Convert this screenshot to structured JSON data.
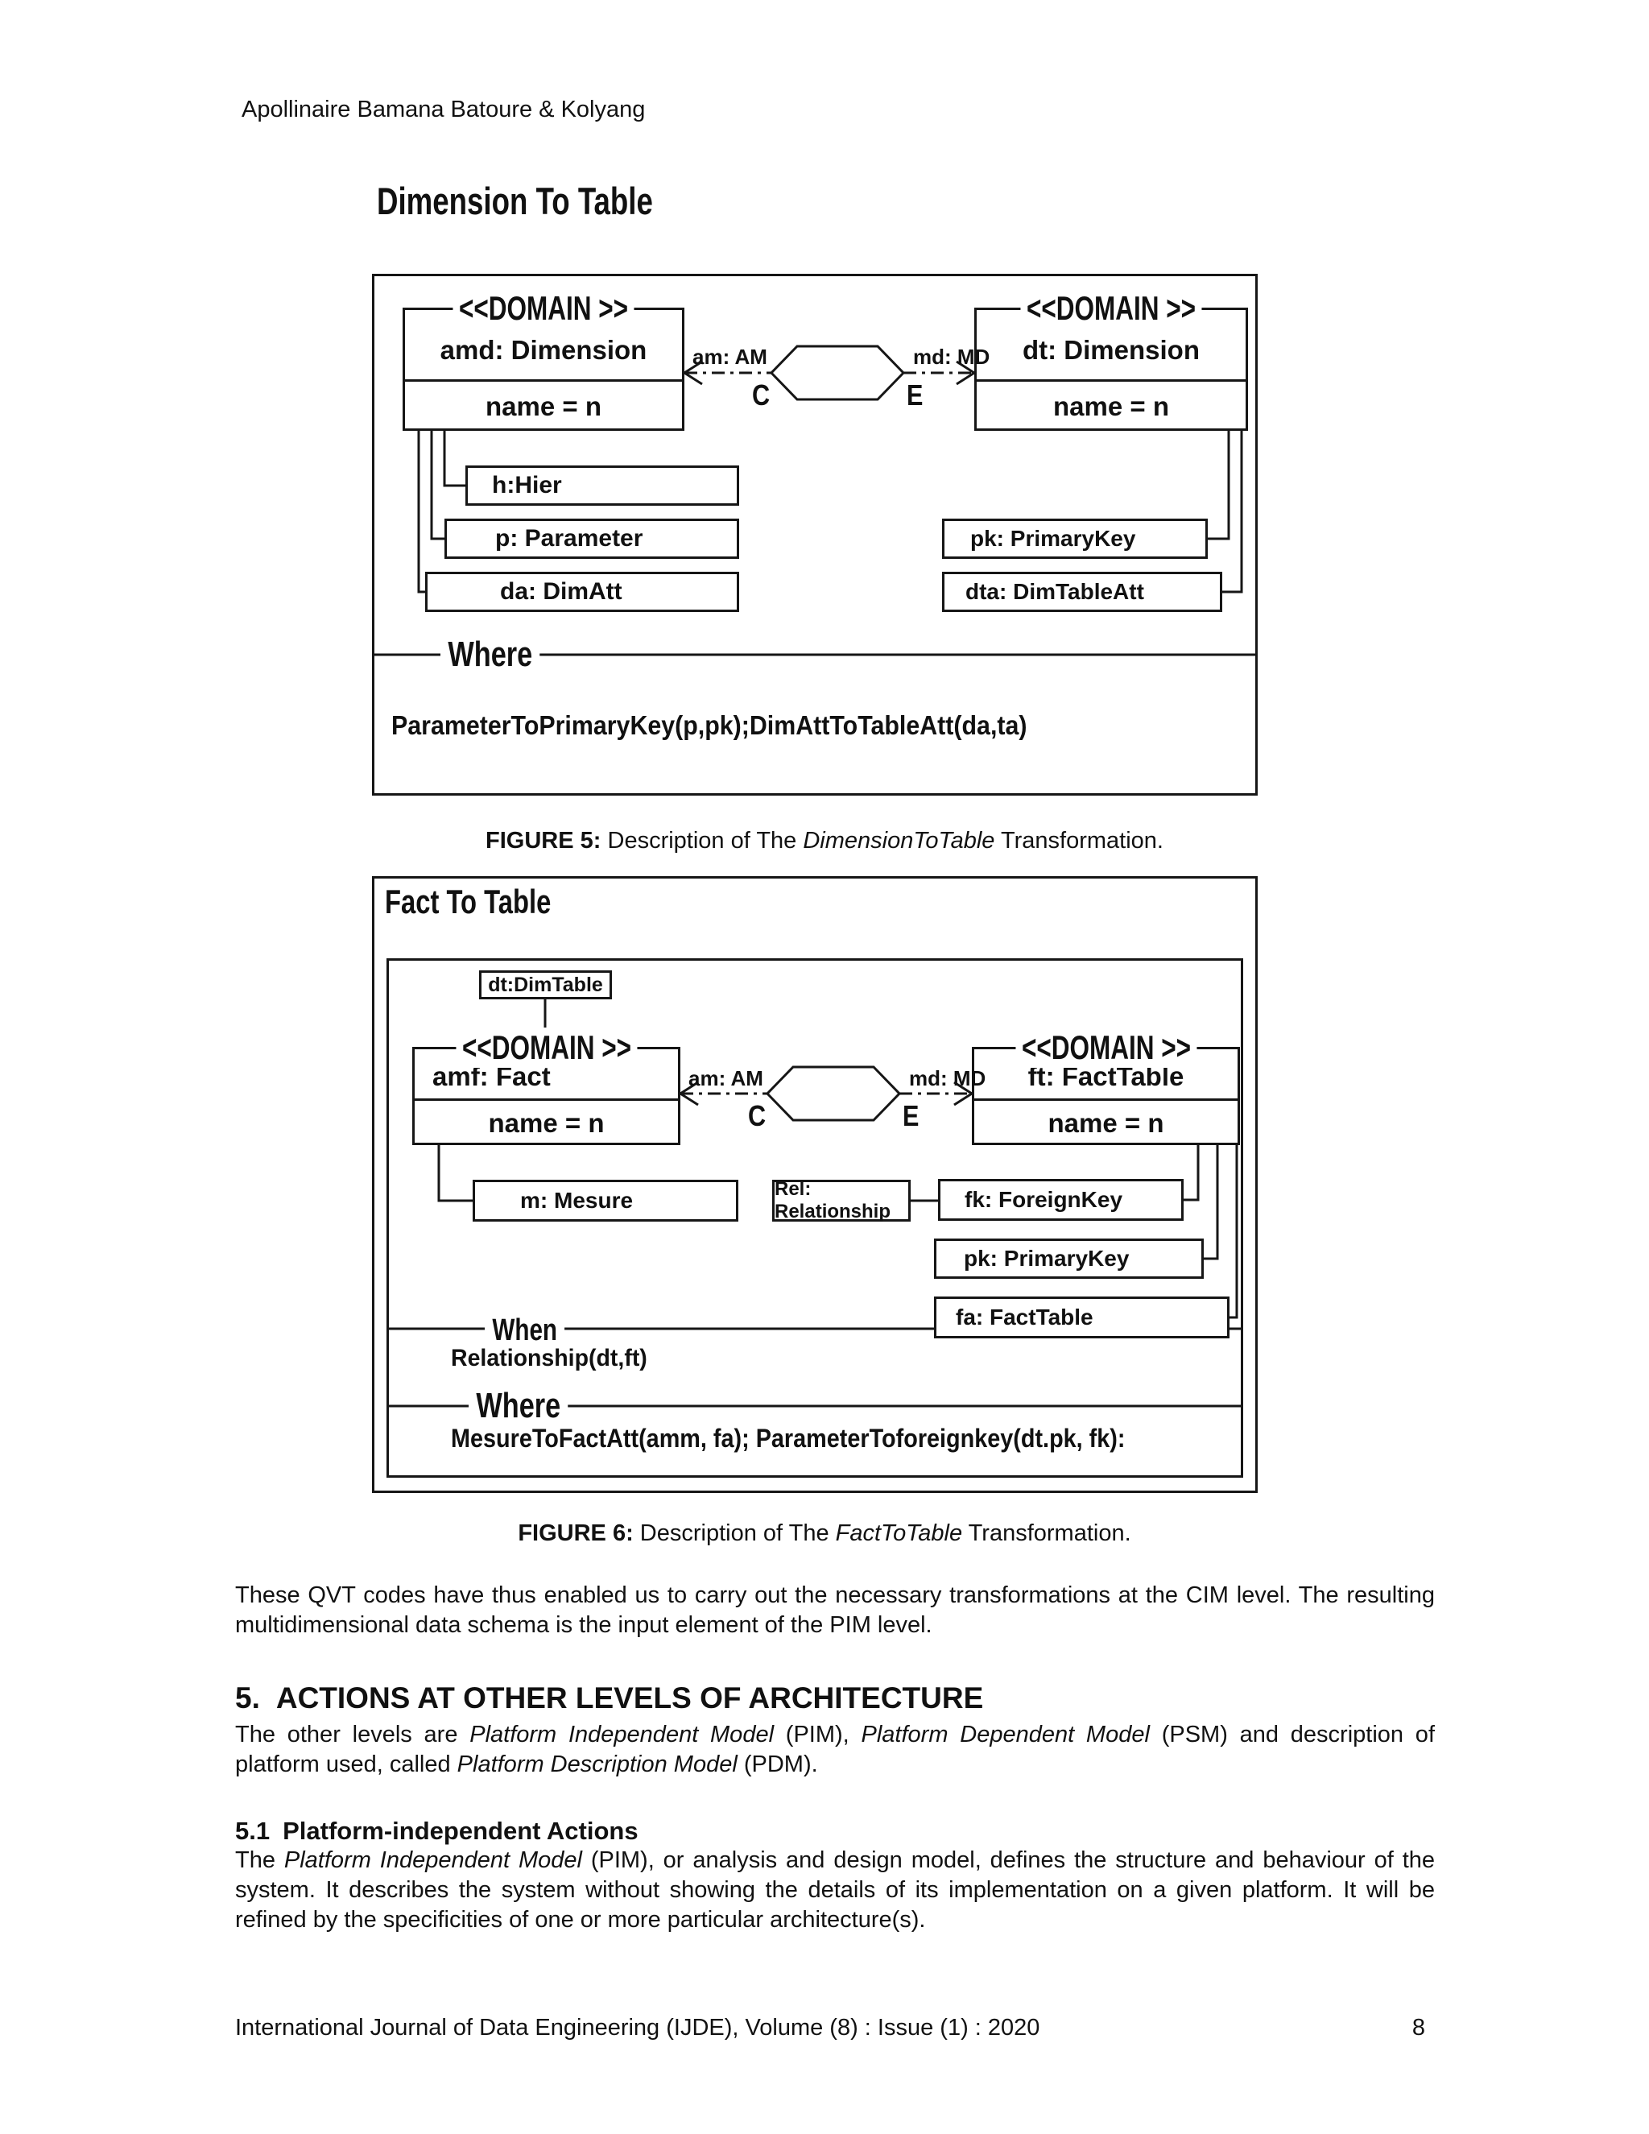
{
  "header": {
    "running_head": "Apollinaire Bamana Batoure & Kolyang"
  },
  "figure5": {
    "title": "Dimension To Table",
    "left_domain": {
      "stereotype": "<<DOMAIN >>",
      "instance": "amd: Dimension",
      "attribute": "name = n"
    },
    "right_domain": {
      "stereotype": "<<DOMAIN >>",
      "instance": "dt: Dimension",
      "attribute": "name = n"
    },
    "relation": {
      "left_edge_label": "am: AM",
      "right_edge_label": "md: MD",
      "left_end": "C",
      "right_end": "E"
    },
    "left_children": [
      "h:Hier",
      "p: Parameter",
      "da: DimAtt"
    ],
    "right_children": [
      "pk: PrimaryKey",
      "dta: DimTableAtt"
    ],
    "where_label": "Where",
    "where_clause": "ParameterToPrimaryKey(p,pk);DimAttToTableAtt(da,ta)",
    "caption": {
      "label": "FIGURE 5:",
      "pre": " Description of The ",
      "italic": "DimensionToTable",
      "post": " Transformation."
    }
  },
  "figure6": {
    "title": "Fact To Table",
    "dimtable_box": "dt:DimTable",
    "left_domain": {
      "stereotype": "<<DOMAIN >>",
      "instance": "amf: Fact",
      "attribute": "name = n"
    },
    "right_domain": {
      "stereotype": "<<DOMAIN >>",
      "instance": "ft: FactTable",
      "attribute": "name = n"
    },
    "relation": {
      "left_edge_label": "am: AM",
      "right_edge_label": "md: MD",
      "left_end": "C",
      "right_end": "E"
    },
    "mesure_box": "m: Mesure",
    "relationship_box": "Rel: Relationship",
    "right_children": [
      "fk: ForeignKey",
      "pk: PrimaryKey",
      "fa: FactTable"
    ],
    "when_label": "When",
    "when_clause": "Relationship(dt,ft)",
    "where_label": "Where",
    "where_clause": "MesureToFactAtt(amm, fa); ParameterToforeignkey(dt.pk, fk):",
    "caption": {
      "label": "FIGURE 6:",
      "pre": " Description of The ",
      "italic": "FactToTable",
      "post": " Transformation."
    }
  },
  "body": {
    "para1": "These QVT codes have thus enabled us to carry out the necessary transformations at the CIM level. The resulting multidimensional data schema is the input element of the PIM level.",
    "section5": {
      "number": "5.",
      "title": "ACTIONS AT OTHER LEVELS OF ARCHITECTURE"
    },
    "para2": {
      "t1": "The other levels are ",
      "i1": "Platform Independent Model",
      "t2": " (PIM), ",
      "i2": "Platform Dependent Model",
      "t3": " (PSM) and description of platform used, called ",
      "i3": "Platform Description Model",
      "t4": " (PDM)."
    },
    "section51": {
      "number": "5.1",
      "title": "Platform-independent Actions"
    },
    "para3": {
      "t1": "The ",
      "i1": "Platform Independent Model",
      "t2": " (PIM), or analysis and design model, defines the structure and behaviour of the system. It describes the system without showing the details of its implementation on a given platform. It will be refined by the specificities of one or more particular architecture(s)."
    }
  },
  "footer": {
    "journal_line": "International Journal of Data Engineering (IJDE), Volume (8) : Issue (1) : 2020",
    "page_number": "8"
  }
}
